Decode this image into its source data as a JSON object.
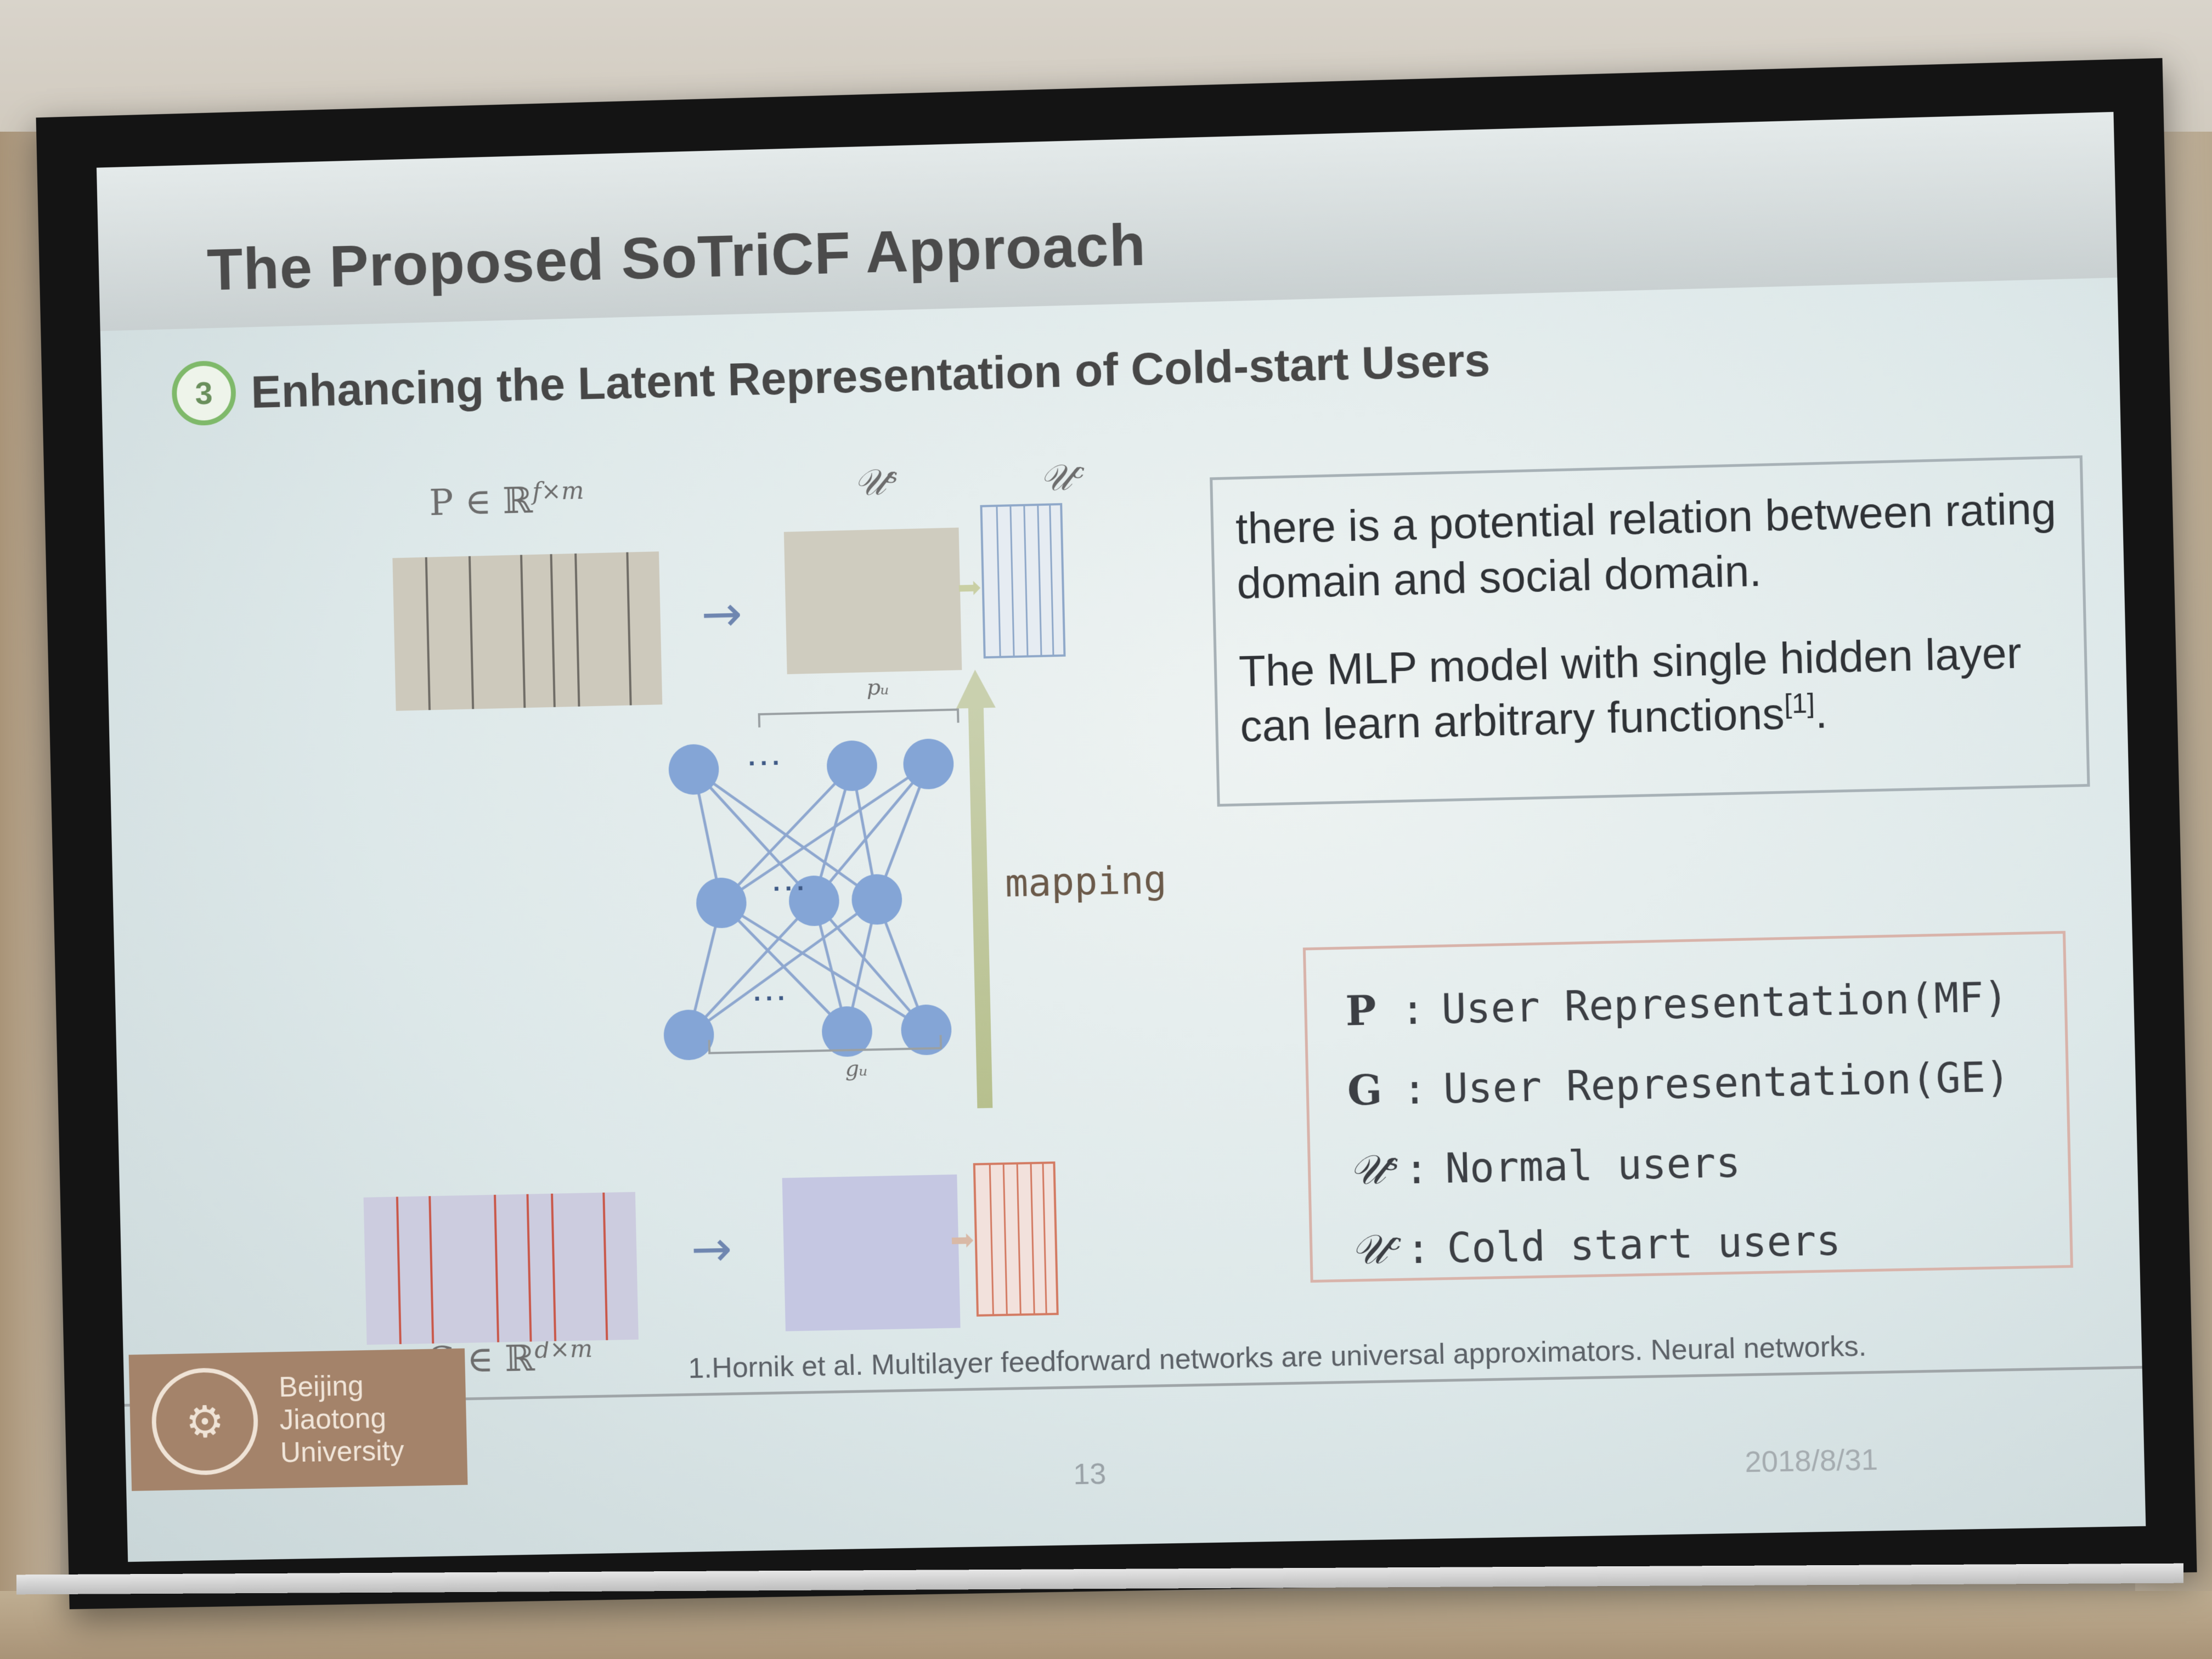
{
  "slide": {
    "title": "The Proposed SoTriCF Approach",
    "step_number": "3",
    "subtitle": "Enhancing the Latent Representation of Cold-start Users",
    "diagram": {
      "P_label": "P ∈ ℝ",
      "P_sup": "f×m",
      "G_label": "G ∈ ℝ",
      "G_sup": "d×m",
      "Us_label": "𝒰ˢ",
      "Uc_label": "𝒰ᶜ",
      "pu_label": "pᵤ",
      "gu_label": "gᵤ",
      "mapping_label": "mapping",
      "ellipsis": "···"
    },
    "info": {
      "line1": "there is a potential relation between rating domain and social domain.",
      "line2_main": "The MLP model with single hidden layer can learn arbitrary functions",
      "line2_cite": "[1]",
      "line2_end": "."
    },
    "legend": [
      {
        "symbol": "P",
        "sep": ":",
        "text": "User Representation(MF)"
      },
      {
        "symbol": "G",
        "sep": ":",
        "text": "User Representation(GE)"
      },
      {
        "symbol": "𝒰ˢ",
        "sep": ":",
        "text": "Normal users"
      },
      {
        "symbol": "𝒰ᶜ",
        "sep": ":",
        "text": "Cold start users"
      }
    ],
    "footnote": "1.Hornik et al. Multilayer feedforward networks are universal approximators. Neural networks.",
    "university": {
      "line1": "Beijing",
      "line2": "Jiaotong",
      "line3": "University"
    },
    "page_number": "13",
    "date": "2018/8/31"
  },
  "colors": {
    "accent_green": "#7fb96a",
    "matrix_red": "#c9584a",
    "matrix_blue": "#8fa8c9",
    "university_brown": "#a4836a"
  }
}
